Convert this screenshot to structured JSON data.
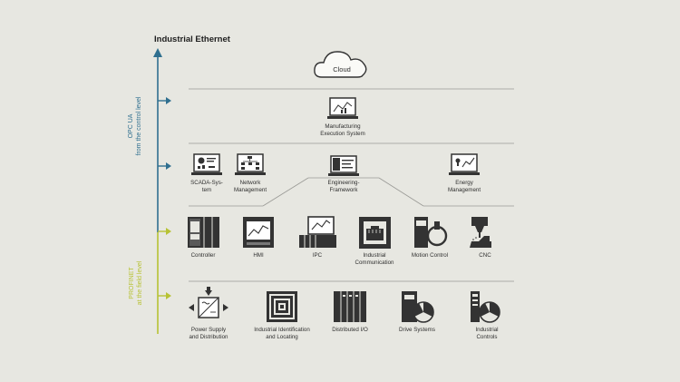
{
  "title": "Industrial Ethernet",
  "axis": {
    "upper_label": "OPC UA\nfrom the control level",
    "lower_label": "PROFINET\nat the field level",
    "upper_color": "#2f6f8f",
    "lower_color": "#b7c234"
  },
  "cloud_label": "Cloud",
  "levels": {
    "mes": "Manufacturing\nExecution System",
    "scada": "SCADA-Sys-\ntem",
    "network": "Network\nManagement",
    "engineering": "Engineering-\nFramework",
    "energy": "Energy\nManagement"
  },
  "control": [
    "Controller",
    "HMI",
    "IPC",
    "Industrial\nCommunication",
    "Motion Control",
    "CNC"
  ],
  "field": [
    "Power Supply\nand Distribution",
    "Industrial Identification\nand Locating",
    "Distributed I/O",
    "Drive Systems",
    "Industrial\nControls"
  ]
}
